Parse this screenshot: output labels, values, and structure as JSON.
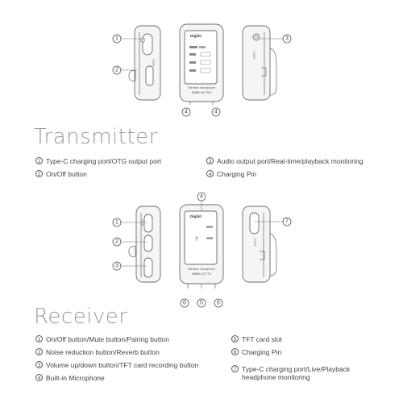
{
  "brand": "Digibit",
  "transmitter": {
    "heading": "Transmitter",
    "device_label_line1": "Wireless microphone",
    "device_label_line2": "DMW-107 RX",
    "side_mark": "PWR",
    "callouts": [
      "1",
      "2",
      "3",
      "4",
      "4"
    ],
    "legend": [
      {
        "num": "1",
        "text": "Type-C charging port/OTG output port"
      },
      {
        "num": "2",
        "text": "On/Off button"
      },
      {
        "num": "3",
        "text": "Audio output port/Real-time/playback monitoring"
      },
      {
        "num": "4",
        "text": "Charging Pin"
      }
    ]
  },
  "receiver": {
    "heading": "Receiver",
    "device_label_line1": "Wireless microphone",
    "device_label_line2": "DMW-107 TX",
    "side_mark": "PWR",
    "callouts": [
      "1",
      "2",
      "3",
      "4",
      "5",
      "6",
      "6",
      "7"
    ],
    "legend": [
      {
        "num": "1",
        "text": "On/Off button/Mute button/Pairing button"
      },
      {
        "num": "2",
        "text": "Noise reduction button/Reverb button"
      },
      {
        "num": "3",
        "text": "Volume up/down button/TFT card recording button"
      },
      {
        "num": "4",
        "text": "Built-in Microphone"
      },
      {
        "num": "5",
        "text": "TFT card slot"
      },
      {
        "num": "6",
        "text": "Charging Pin"
      },
      {
        "num": "7",
        "text": "Type-C charging port/Live/Playback headphone monitoring"
      }
    ]
  },
  "colors": {
    "outline": "#6a6a6a",
    "heading": "#9a9a9a",
    "text": "#444444",
    "fill": "#f4f4f4"
  }
}
